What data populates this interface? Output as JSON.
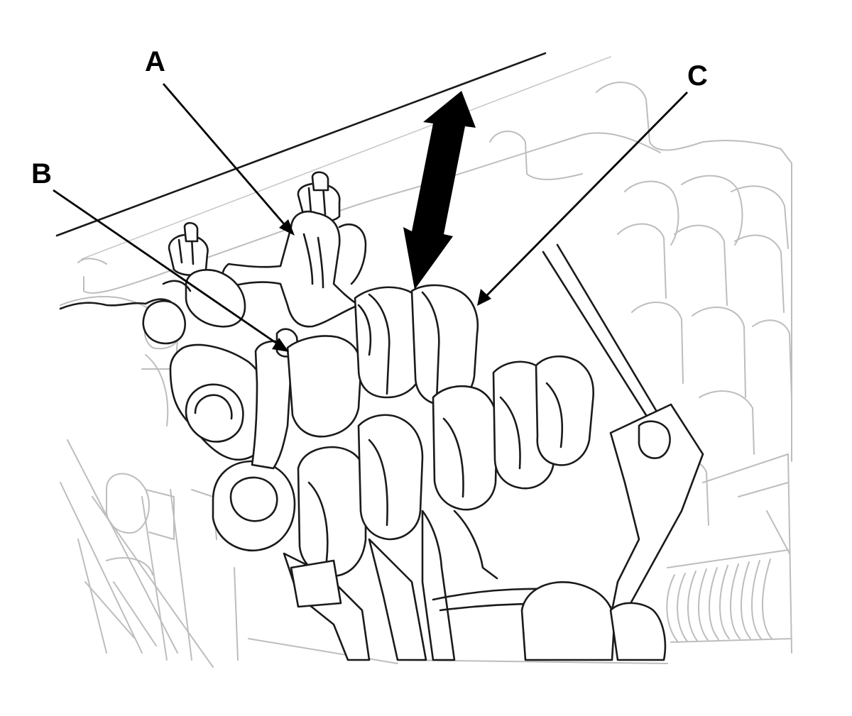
{
  "figure": {
    "callouts": [
      {
        "id": "A",
        "label": "A",
        "part": "rocker-arm-a"
      },
      {
        "id": "B",
        "label": "B",
        "part": "rocker-arm-b"
      },
      {
        "id": "C",
        "label": "C",
        "part": "rocker-arm-c"
      }
    ],
    "motion_indicator": "double-headed-arrow",
    "colors": {
      "linework": "#1a1a1a",
      "background_linework": "#bdbdbd",
      "arrow": "#000000",
      "paper": "#ffffff"
    }
  }
}
